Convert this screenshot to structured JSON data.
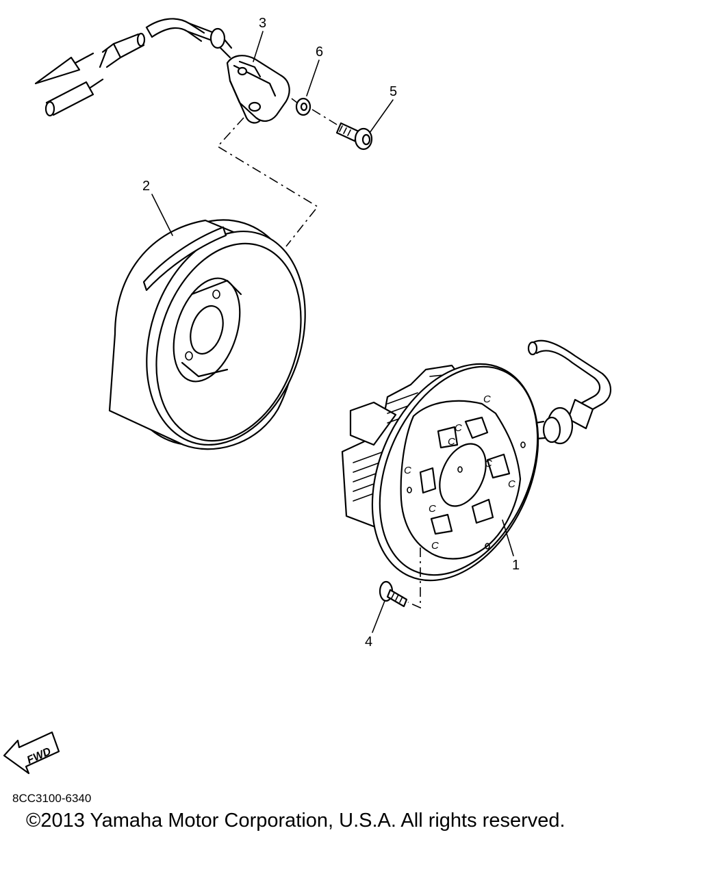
{
  "callouts": [
    "1",
    "2",
    "3",
    "4",
    "5",
    "6"
  ],
  "fwd_label": "FWD",
  "stator_marking": "C",
  "drawing_code": "8CC3100-6340",
  "copyright": "©2013 Yamaha Motor Corporation, U.S.A. All rights reserved."
}
